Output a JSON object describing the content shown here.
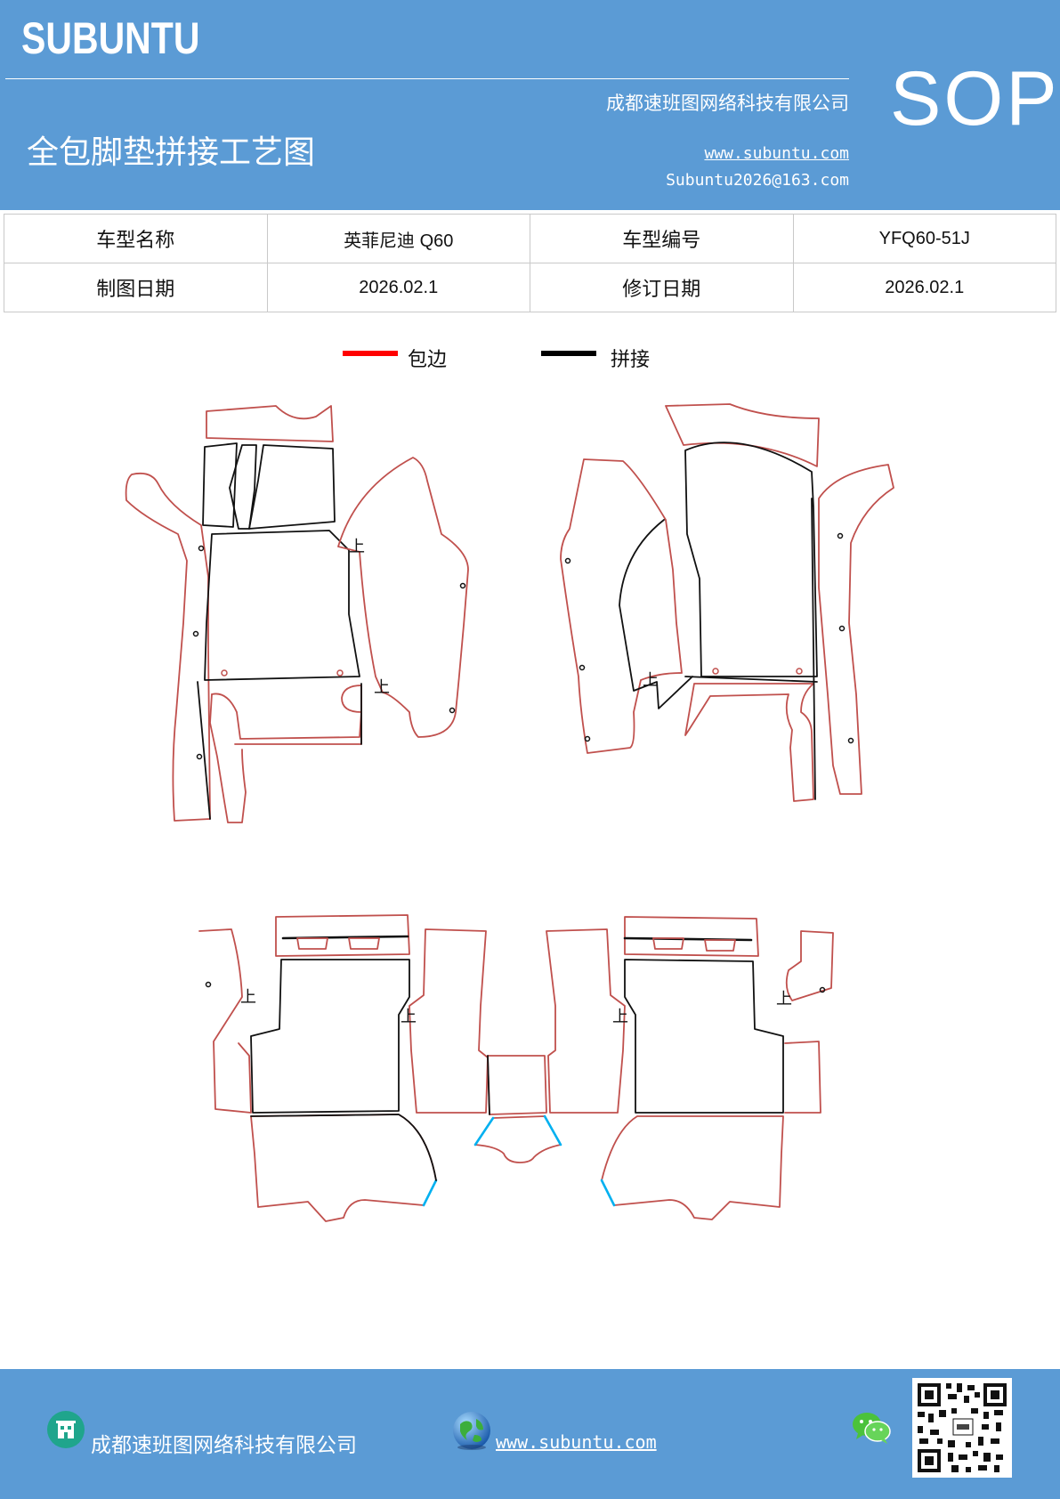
{
  "header": {
    "brand": "SUBUNTU",
    "company": "成都速班图网络科技有限公司",
    "title": "全包脚垫拼接工艺图",
    "website": "www.subuntu.com",
    "email": "Subuntu2026@163.com",
    "badge": "SOP"
  },
  "info": {
    "model_name_label": "车型名称",
    "model_name": "英菲尼迪 Q60",
    "model_code_label": "车型编号",
    "model_code": "YFQ60-51J",
    "draw_date_label": "制图日期",
    "draw_date": "2026.02.1",
    "revise_date_label": "修订日期",
    "revise_date": "2026.02.1"
  },
  "legend": {
    "edge_label": "包边",
    "edge_color": "#ff0000",
    "join_label": "拼接",
    "join_color": "#000000"
  },
  "diagram": {
    "mark_label": "上",
    "edge_color": "#c0504d",
    "join_color": "#111111",
    "accent_color": "#00b0f0"
  },
  "footer": {
    "company": "成都速班图网络科技有限公司",
    "website": "www.subuntu.com",
    "building_icon": "building-icon",
    "globe_icon": "globe-icon",
    "wechat_icon": "wechat-icon",
    "qr_icon": "qr-code-icon"
  }
}
